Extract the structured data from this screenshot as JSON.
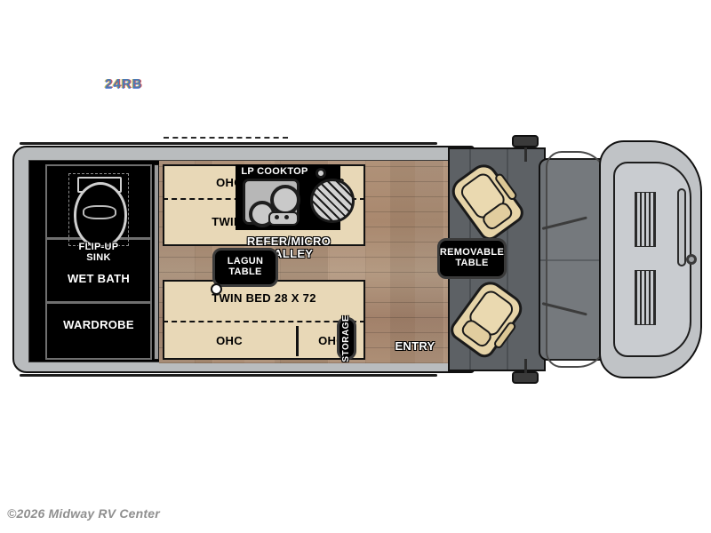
{
  "page": {
    "model_badge": "24RB",
    "footer": "©2026 Midway RV Center"
  },
  "floorplan": {
    "bath": {
      "toilet_icon": "toilet-icon",
      "sink_label": "FLIP-UP\nSINK",
      "sink_label_line1": "FLIP-UP",
      "sink_label_line2": "SINK",
      "bath_label": "WET BATH",
      "wardrobe_label": "WARDROBE"
    },
    "beds": {
      "upper_bed_label": "TWIN BED 28 X 76",
      "lower_bed_label": "TWIN BED 28 X 72",
      "ohc_label": "OHC"
    },
    "galley": {
      "cooktop_label": "LP COOKTOP",
      "galley_label_line1": "REFER/MICRO",
      "galley_label_line2": "GALLEY",
      "sink_icon": "round-sink-icon",
      "cooktop_icon": "lp-cooktop-icon"
    },
    "tables": {
      "lagun_line1": "LAGUN",
      "lagun_line2": "TABLE",
      "removable_line1": "REMOVABLE",
      "removable_line2": "TABLE"
    },
    "misc": {
      "storage_label": "STORAGE",
      "entry_label": "ENTRY"
    },
    "cab": {
      "driver_seat": "captain-chair-driver",
      "passenger_seat": "captain-chair-passenger",
      "dashboard": "dashboard",
      "hood": "hood",
      "windshield": "windshield"
    }
  },
  "colors": {
    "cabinet": "#e8d8b7",
    "floor_wood": "#a9886e",
    "body_gray": "#b9bcbe",
    "cab_floor": "#5d6165",
    "seat_tan": "#e6d4a8",
    "outline": "#111111",
    "footer_gray": "#8f8f8f"
  }
}
